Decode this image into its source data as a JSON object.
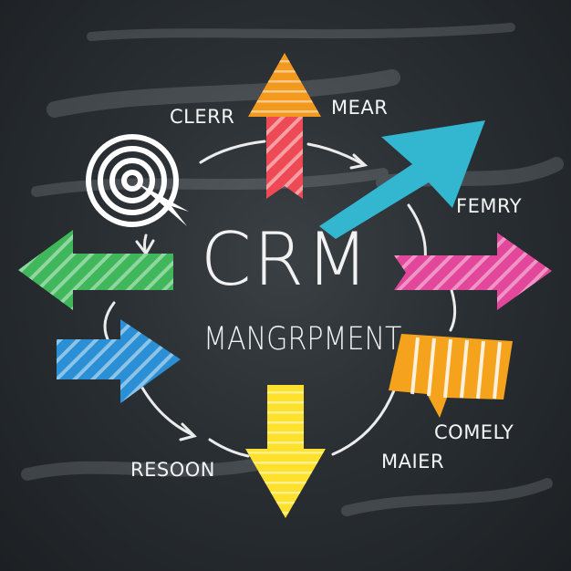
{
  "title": "CRM",
  "subtitle": "MANGRPMENT",
  "labels": {
    "top_left": "CLERR",
    "top_right": "MEAR",
    "right": "FEMRY",
    "bottom_right_upper": "COMELY",
    "bottom_right_lower": "MAIER",
    "bottom_left": "RESOON"
  },
  "colors": {
    "background": "#262b2f",
    "orange_up_arrow": "#f39a1e",
    "red_shaft": "#ee4a55",
    "cyan_arrow": "#33b6cf",
    "pink_arrow": "#e3479b",
    "yellow_down_arrow": "#fde12d",
    "green_arrow": "#3fb75a",
    "blue_arrow": "#2a8fd4",
    "orange_speech_bubble": "#f5a31c"
  }
}
